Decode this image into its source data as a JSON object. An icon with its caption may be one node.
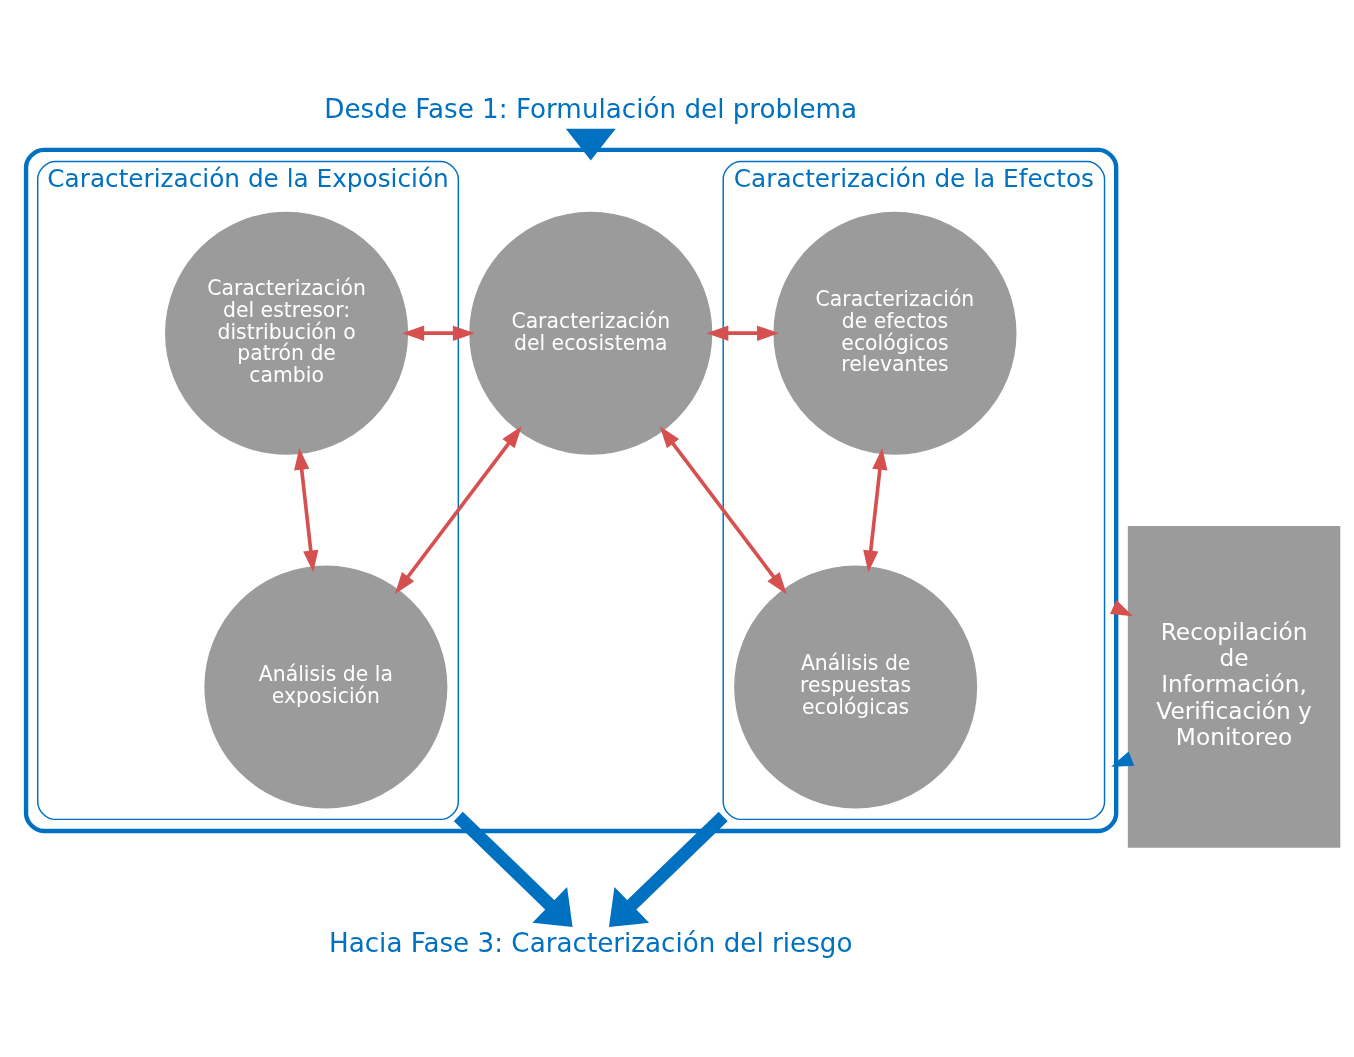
{
  "diagram": {
    "nodes": [
      {
        "text": [
          "Desde Fase 1: Formulación del problema"
        ]
      },
      {
        "text": [],
        "shape": "box"
      },
      {
        "text": [
          "Caracterización de la Exposición"
        ],
        "in": 1
      },
      {
        "text": [
          "Caracterización del estresor: distribución o patrón de cambio"
        ],
        "in": 2
      },
      {
        "text": [
          "Caracterización del ecosistema"
        ],
        "in": 1
      },
      {
        "text": [
          "Análisis de la exposición"
        ],
        "in": 2
      },
      {
        "text": [
          "Caracterización de la Efectos"
        ],
        "in": 1
      },
      {
        "text": [
          "Caracterización de efectos ecológicos relevantes"
        ],
        "in": 6
      },
      {
        "text": [
          "Análisis de respuestas ecológicas"
        ],
        "in": 6
      },
      {
        "text": [
          "Recopilación de Información, Verificación y Monitoreo"
        ]
      },
      {
        "text": [
          "Hacia Fase 3: Caracterización del riesgo"
        ]
      }
    ],
    "edges": [
      {
        "from": 0,
        "to": 1,
        "arrow": "to",
        "style": "thick",
        "color": "#0070c0"
      },
      {
        "from": 3,
        "to": 4,
        "arrow": "to"
      },
      {
        "from": 4,
        "to": 3,
        "arrow": "to"
      },
      {
        "from": 3,
        "to": 5,
        "arrow": "both"
      },
      {
        "from": 4,
        "to": 5,
        "arrow": "both"
      },
      {
        "from": 4,
        "to": 7,
        "arrow": "to"
      },
      {
        "from": 7,
        "to": 4,
        "arrow": "to"
      },
      {
        "from": 4,
        "to": 8,
        "arrow": "both"
      },
      {
        "from": 7,
        "to": 8,
        "arrow": "both"
      },
      {
        "from": 9,
        "to": 1,
        "arrow": "to",
        "color": "#0070c0"
      },
      {
        "from": 1,
        "to": 9,
        "arrow": "to"
      },
      {
        "from": 2,
        "to": 10,
        "arrow": "to",
        "style": "thick",
        "color": "#0070c0"
      },
      {
        "from": 6,
        "to": 10,
        "arrow": "to",
        "style": "thick",
        "color": "#0070c0"
      }
    ]
  }
}
